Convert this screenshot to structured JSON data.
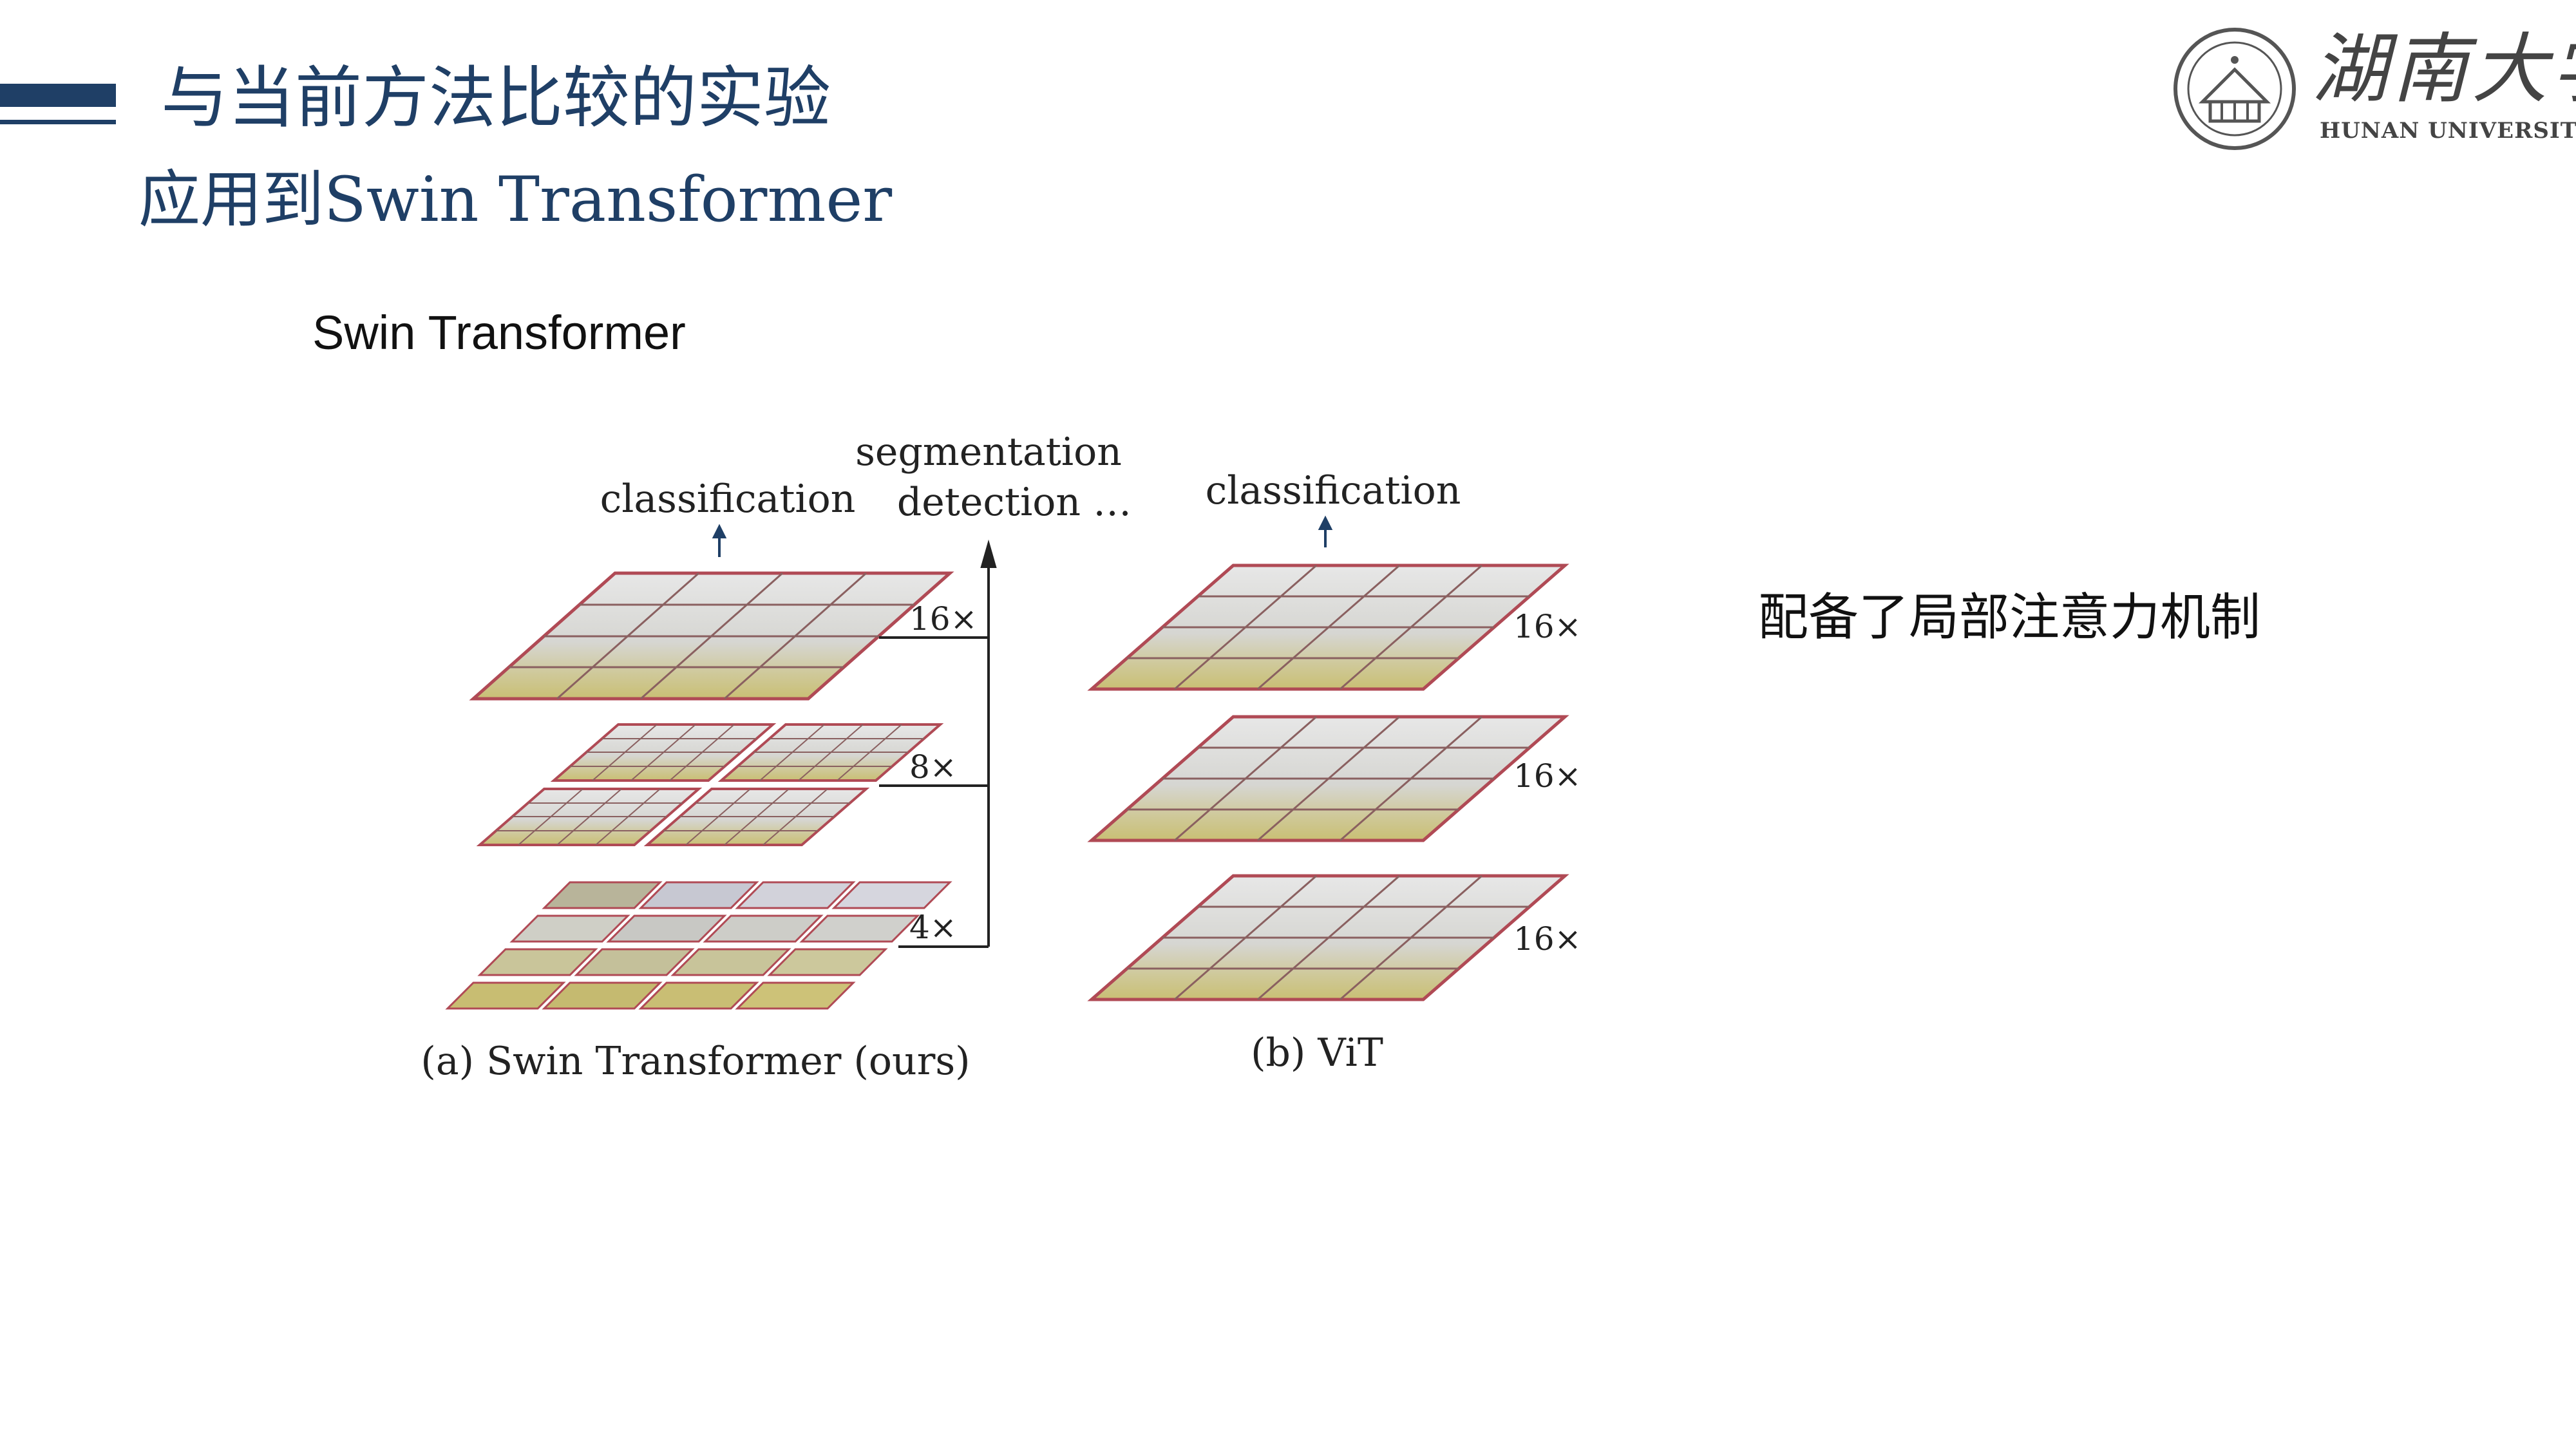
{
  "slide": {
    "title": "与当前方法比较的实验",
    "subtitle": "应用到Swin Transformer",
    "section_label": "Swin Transformer",
    "note": "配备了局部注意力机制"
  },
  "logo": {
    "name_cn": "湖南大学",
    "name_en": "HUNAN UNIVERSITY",
    "seal_icon": "university-seal-icon"
  },
  "figure": {
    "swin": {
      "top_label": "classification",
      "side_label_1": "segmentation",
      "side_label_2": "detection …",
      "scale_top": "16×",
      "scale_mid": "8×",
      "scale_bottom": "4×",
      "caption": "(a) Swin Transformer (ours)"
    },
    "vit": {
      "top_label": "classification",
      "scale_1": "16×",
      "scale_2": "16×",
      "scale_3": "16×",
      "caption": "(b) ViT"
    }
  },
  "colors": {
    "accent": "#1f3f66",
    "grid_line": "#b04a55",
    "arrow": "#1f3f66"
  }
}
